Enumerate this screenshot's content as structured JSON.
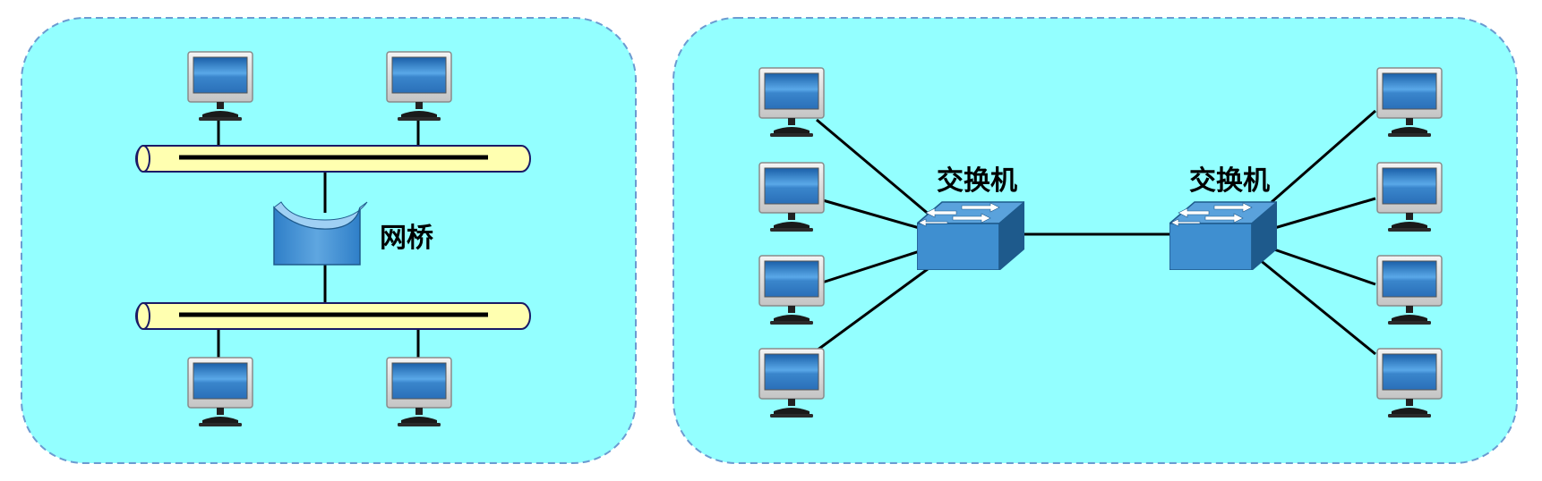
{
  "colors": {
    "panel_fill": "#93FFFF",
    "panel_border": "#6B9BD1",
    "bus_fill": "#FFFFB0",
    "bus_border": "#1A1A66",
    "line": "#000000",
    "device_blue": "#3F8FD0",
    "device_dark": "#1E5A8C"
  },
  "left_panel": {
    "bridge": {
      "label": "网桥",
      "icon": "bridge-icon"
    },
    "top_segment": {
      "icon": "bus-cable-icon",
      "computers": 2
    },
    "bottom_segment": {
      "icon": "bus-cable-icon",
      "computers": 2
    }
  },
  "right_panel": {
    "switches": [
      {
        "label": "交换机",
        "icon": "switch-icon",
        "computers": 4
      },
      {
        "label": "交换机",
        "icon": "switch-icon",
        "computers": 4
      }
    ]
  }
}
